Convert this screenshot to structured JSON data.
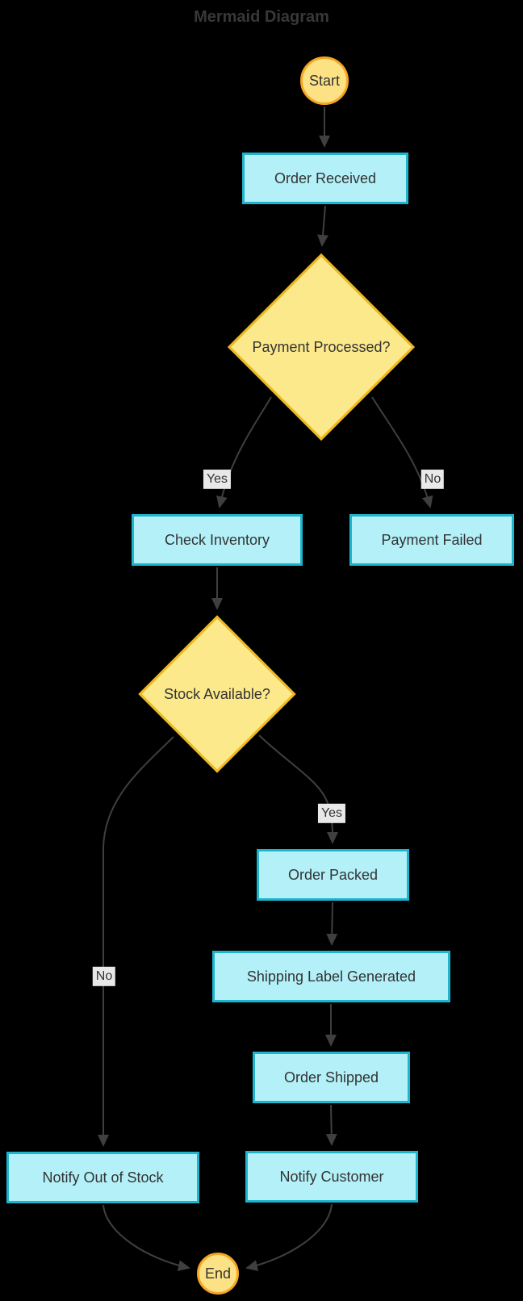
{
  "title": "Mermaid Diagram",
  "diagram_type": "flowchart",
  "colors": {
    "bg": "#000000",
    "edge": "#3f3f3f",
    "edge_label_bg": "#e8e8e8",
    "text": "#333333",
    "title": "#383838",
    "process_fill": "#b3f0f8",
    "process_border": "#1eb4cd",
    "decision_fill": "#fce98c",
    "decision_border": "#eeb820",
    "terminal_fill": "#fce285",
    "terminal_border": "#f5a623"
  },
  "nodes": {
    "start": {
      "label": "Start",
      "shape": "circle"
    },
    "order_received": {
      "label": "Order Received",
      "shape": "rect"
    },
    "payment_processed": {
      "label": "Payment Processed?",
      "shape": "diamond"
    },
    "check_inventory": {
      "label": "Check Inventory",
      "shape": "rect"
    },
    "payment_failed": {
      "label": "Payment Failed",
      "shape": "rect"
    },
    "stock_available": {
      "label": "Stock Available?",
      "shape": "diamond"
    },
    "order_packed": {
      "label": "Order Packed",
      "shape": "rect"
    },
    "shipping_label_generated": {
      "label": "Shipping Label Generated",
      "shape": "rect"
    },
    "order_shipped": {
      "label": "Order Shipped",
      "shape": "rect"
    },
    "notify_customer": {
      "label": "Notify Customer",
      "shape": "rect"
    },
    "notify_out_of_stock": {
      "label": "Notify Out of Stock",
      "shape": "rect"
    },
    "end": {
      "label": "End",
      "shape": "circle"
    }
  },
  "edges": [
    {
      "from": "Start",
      "to": "Order Received",
      "label": ""
    },
    {
      "from": "Order Received",
      "to": "Payment Processed?",
      "label": ""
    },
    {
      "from": "Payment Processed?",
      "to": "Check Inventory",
      "label": "Yes"
    },
    {
      "from": "Payment Processed?",
      "to": "Payment Failed",
      "label": "No"
    },
    {
      "from": "Check Inventory",
      "to": "Stock Available?",
      "label": ""
    },
    {
      "from": "Stock Available?",
      "to": "Order Packed",
      "label": "Yes"
    },
    {
      "from": "Stock Available?",
      "to": "Notify Out of Stock",
      "label": "No"
    },
    {
      "from": "Order Packed",
      "to": "Shipping Label Generated",
      "label": ""
    },
    {
      "from": "Shipping Label Generated",
      "to": "Order Shipped",
      "label": ""
    },
    {
      "from": "Order Shipped",
      "to": "Notify Customer",
      "label": ""
    },
    {
      "from": "Notify Out of Stock",
      "to": "End",
      "label": ""
    },
    {
      "from": "Notify Customer",
      "to": "End",
      "label": ""
    }
  ]
}
